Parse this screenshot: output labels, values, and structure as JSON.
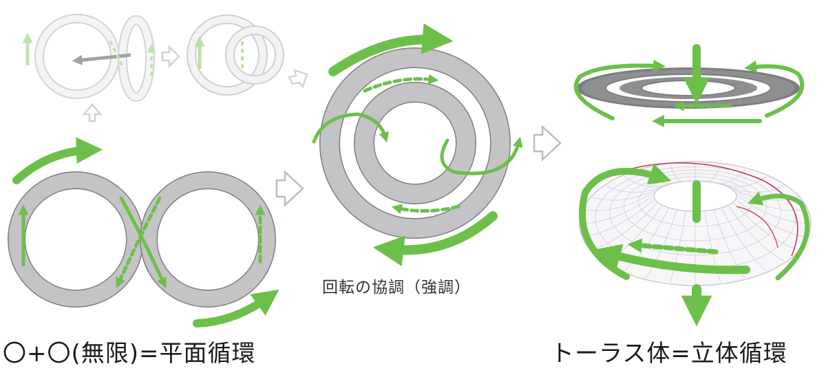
{
  "captions": {
    "left": "〇+〇(無限)=平面循環",
    "middle": "回転の協調（強調）",
    "right": "トーラス体=立体循環"
  },
  "colors": {
    "arrow_green": "#6cc04a",
    "ring_gray": "#c4c4c6",
    "ring_dark": "#8c8c8e",
    "ghost_gray": "#e2e2e2",
    "outline_arrow": "#b8bcc4",
    "torus_mesh": "#c9c9d2",
    "torus_line": "#c0304a"
  },
  "icons": {
    "step_arrow": "outline-right-arrow-icon",
    "up_arrow": "outline-up-arrow-icon",
    "down_arrow": "outline-down-right-arrow-icon"
  }
}
